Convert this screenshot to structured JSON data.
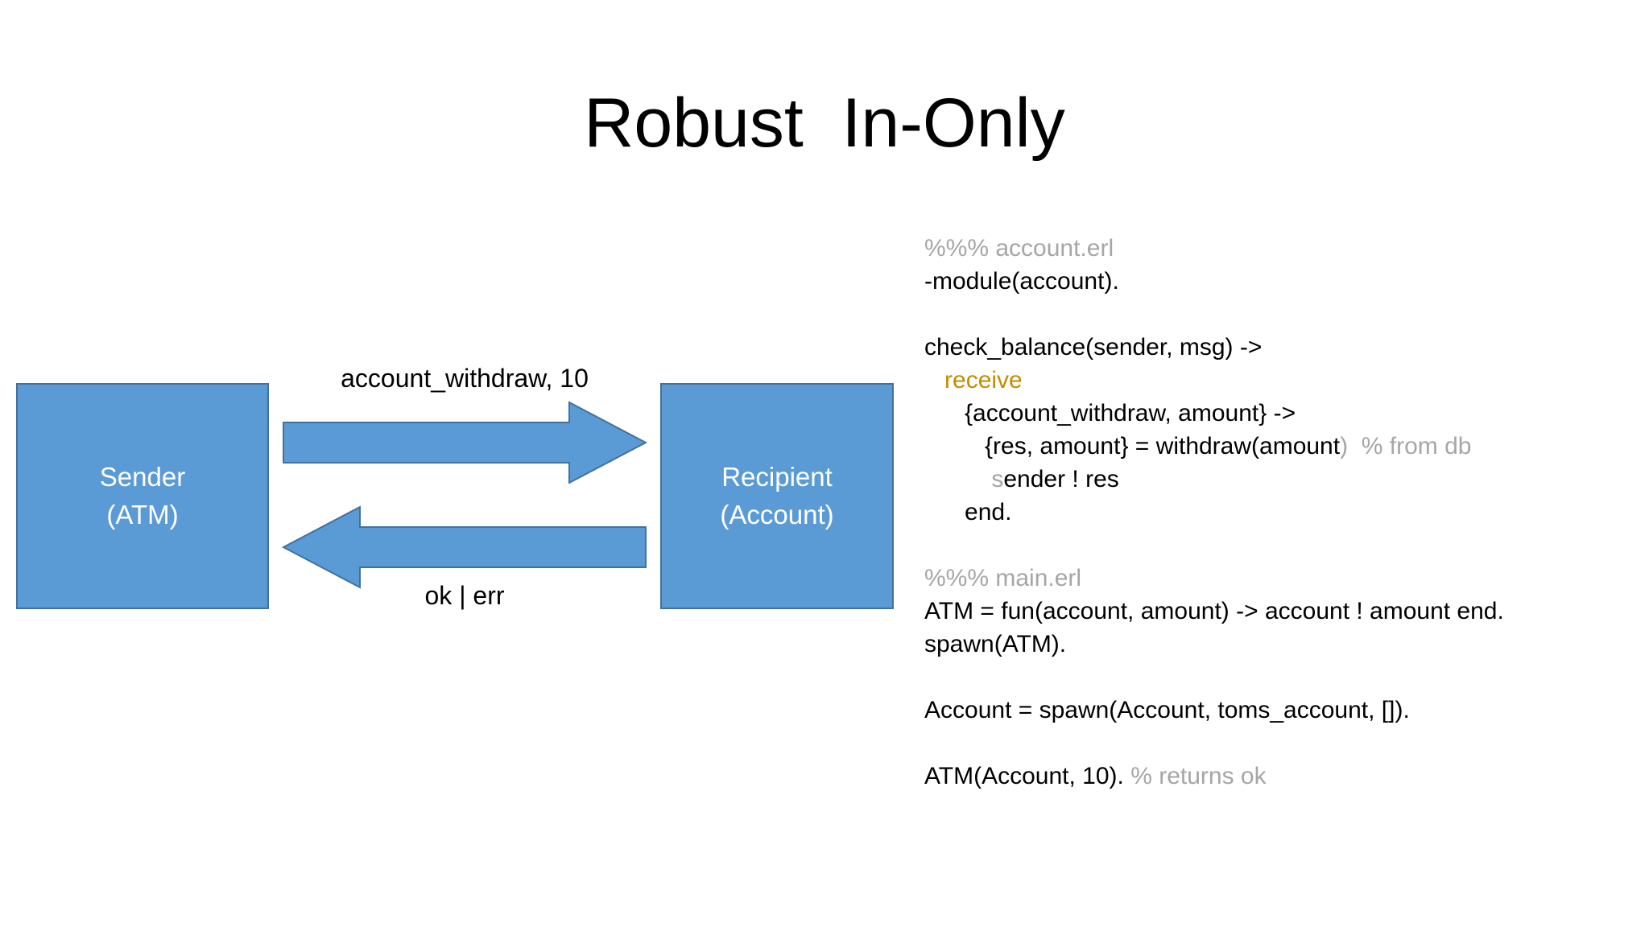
{
  "slide": {
    "title": "Robust  In-Only",
    "background_color": "#ffffff"
  },
  "colors": {
    "node_fill": "#5b9bd5",
    "node_border": "#41719c",
    "node_text": "#ffffff",
    "arrow_fill": "#5b9bd5",
    "arrow_border": "#41719c",
    "code_text": "#000000",
    "code_comment": "#a6a6a6",
    "code_keyword": "#bf8f00"
  },
  "diagram": {
    "nodes": [
      {
        "id": "sender",
        "line1": "Sender",
        "line2": "(ATM)"
      },
      {
        "id": "recipient",
        "line1": "Recipient",
        "line2": "(Account)"
      }
    ],
    "edges": [
      {
        "id": "request",
        "label": "account_withdraw, 10",
        "direction": "right"
      },
      {
        "id": "response",
        "label": "ok | err",
        "direction": "left"
      }
    ]
  },
  "code": {
    "lines": [
      {
        "segments": [
          {
            "text": "%%% account.erl",
            "style": "comment"
          }
        ]
      },
      {
        "segments": [
          {
            "text": "-module(account).",
            "style": "plain"
          }
        ]
      },
      {
        "segments": [
          {
            "text": "",
            "style": "plain"
          }
        ]
      },
      {
        "segments": [
          {
            "text": "check_balance(sender, msg) ->",
            "style": "plain"
          }
        ]
      },
      {
        "segments": [
          {
            "text": "   ",
            "style": "plain"
          },
          {
            "text": "receive",
            "style": "keyword"
          }
        ]
      },
      {
        "segments": [
          {
            "text": "      {account_withdraw, amount} ->",
            "style": "plain"
          }
        ]
      },
      {
        "segments": [
          {
            "text": "         {res, amount} = withdraw(amount",
            "style": "plain"
          },
          {
            "text": ")",
            "style": "dim"
          },
          {
            "text": "  % from db",
            "style": "comment"
          }
        ]
      },
      {
        "segments": [
          {
            "text": "          ",
            "style": "plain"
          },
          {
            "text": "s",
            "style": "dim"
          },
          {
            "text": "ender ! res",
            "style": "plain"
          }
        ]
      },
      {
        "segments": [
          {
            "text": "      end.",
            "style": "plain"
          }
        ]
      },
      {
        "segments": [
          {
            "text": "",
            "style": "plain"
          }
        ]
      },
      {
        "segments": [
          {
            "text": "%%% main.erl",
            "style": "comment"
          }
        ]
      },
      {
        "segments": [
          {
            "text": "ATM = fun(account, amount) -> account ! amount end.",
            "style": "plain"
          }
        ]
      },
      {
        "segments": [
          {
            "text": "spawn(ATM).",
            "style": "plain"
          }
        ]
      },
      {
        "segments": [
          {
            "text": "",
            "style": "plain"
          }
        ]
      },
      {
        "segments": [
          {
            "text": "Account = spawn(Account, toms_account, []).",
            "style": "plain"
          }
        ]
      },
      {
        "segments": [
          {
            "text": "",
            "style": "plain"
          }
        ]
      },
      {
        "segments": [
          {
            "text": "ATM(Account, 10). ",
            "style": "plain"
          },
          {
            "text": "% returns ok",
            "style": "comment"
          }
        ]
      }
    ]
  }
}
